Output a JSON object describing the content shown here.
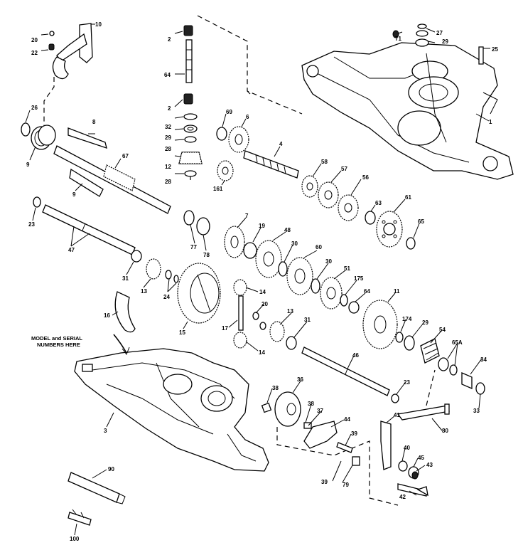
{
  "note": {
    "line1": "MODEL and SERIAL",
    "line2": "NUMBERS HERE"
  },
  "labels": [
    {
      "id": "l10",
      "text": "10"
    },
    {
      "id": "l20",
      "text": "20"
    },
    {
      "id": "l22",
      "text": "22"
    },
    {
      "id": "l2a",
      "text": "2"
    },
    {
      "id": "l64a",
      "text": "64"
    },
    {
      "id": "l2b",
      "text": "2"
    },
    {
      "id": "l32",
      "text": "32"
    },
    {
      "id": "l29a",
      "text": "29"
    },
    {
      "id": "l28",
      "text": "28"
    },
    {
      "id": "l12",
      "text": "12"
    },
    {
      "id": "l28b",
      "text": "28"
    },
    {
      "id": "l71",
      "text": "71"
    },
    {
      "id": "l27",
      "text": "27"
    },
    {
      "id": "l29b",
      "text": "29"
    },
    {
      "id": "l25",
      "text": "25"
    },
    {
      "id": "l1",
      "text": "1"
    },
    {
      "id": "l26",
      "text": "26"
    },
    {
      "id": "l9a",
      "text": "9"
    },
    {
      "id": "l8",
      "text": "8"
    },
    {
      "id": "l67",
      "text": "67"
    },
    {
      "id": "l9b",
      "text": "9"
    },
    {
      "id": "l69",
      "text": "69"
    },
    {
      "id": "l6",
      "text": "6"
    },
    {
      "id": "l161",
      "text": "161"
    },
    {
      "id": "l4",
      "text": "4"
    },
    {
      "id": "l58",
      "text": "58"
    },
    {
      "id": "l57",
      "text": "57"
    },
    {
      "id": "l56",
      "text": "56"
    },
    {
      "id": "l23a",
      "text": "23"
    },
    {
      "id": "l47",
      "text": "47"
    },
    {
      "id": "l77",
      "text": "77"
    },
    {
      "id": "l78",
      "text": "78"
    },
    {
      "id": "l7",
      "text": "7"
    },
    {
      "id": "l19",
      "text": "19"
    },
    {
      "id": "l48",
      "text": "48"
    },
    {
      "id": "l30a",
      "text": "30"
    },
    {
      "id": "l60",
      "text": "60"
    },
    {
      "id": "l30b",
      "text": "30"
    },
    {
      "id": "l63",
      "text": "63"
    },
    {
      "id": "l61",
      "text": "61"
    },
    {
      "id": "l65",
      "text": "65"
    },
    {
      "id": "l51",
      "text": "51"
    },
    {
      "id": "l175",
      "text": "175"
    },
    {
      "id": "l64b",
      "text": "64"
    },
    {
      "id": "l11",
      "text": "11"
    },
    {
      "id": "l31a",
      "text": "31"
    },
    {
      "id": "l13a",
      "text": "13"
    },
    {
      "id": "l24",
      "text": "24"
    },
    {
      "id": "l14a",
      "text": "14"
    },
    {
      "id": "l20b",
      "text": "20"
    },
    {
      "id": "l16",
      "text": "16"
    },
    {
      "id": "l15",
      "text": "15"
    },
    {
      "id": "l17",
      "text": "17"
    },
    {
      "id": "l13b",
      "text": "13"
    },
    {
      "id": "l31b",
      "text": "31"
    },
    {
      "id": "l14b",
      "text": "14"
    },
    {
      "id": "l174",
      "text": "174"
    },
    {
      "id": "l29c",
      "text": "29"
    },
    {
      "id": "l54",
      "text": "54"
    },
    {
      "id": "l65A",
      "text": "65A"
    },
    {
      "id": "l34",
      "text": "34"
    },
    {
      "id": "l33",
      "text": "33"
    },
    {
      "id": "l46",
      "text": "46"
    },
    {
      "id": "l23b",
      "text": "23"
    },
    {
      "id": "l3",
      "text": "3"
    },
    {
      "id": "l36",
      "text": "36"
    },
    {
      "id": "l38a",
      "text": "38"
    },
    {
      "id": "l38b",
      "text": "38"
    },
    {
      "id": "l37",
      "text": "37"
    },
    {
      "id": "l44",
      "text": "44"
    },
    {
      "id": "l41",
      "text": "41"
    },
    {
      "id": "l80",
      "text": "80"
    },
    {
      "id": "l39a",
      "text": "39"
    },
    {
      "id": "l40",
      "text": "40"
    },
    {
      "id": "l45",
      "text": "45"
    },
    {
      "id": "l43",
      "text": "43"
    },
    {
      "id": "l42",
      "text": "42"
    },
    {
      "id": "l39b",
      "text": "39"
    },
    {
      "id": "l79",
      "text": "79"
    },
    {
      "id": "l90",
      "text": "90"
    },
    {
      "id": "l100",
      "text": "100"
    }
  ]
}
